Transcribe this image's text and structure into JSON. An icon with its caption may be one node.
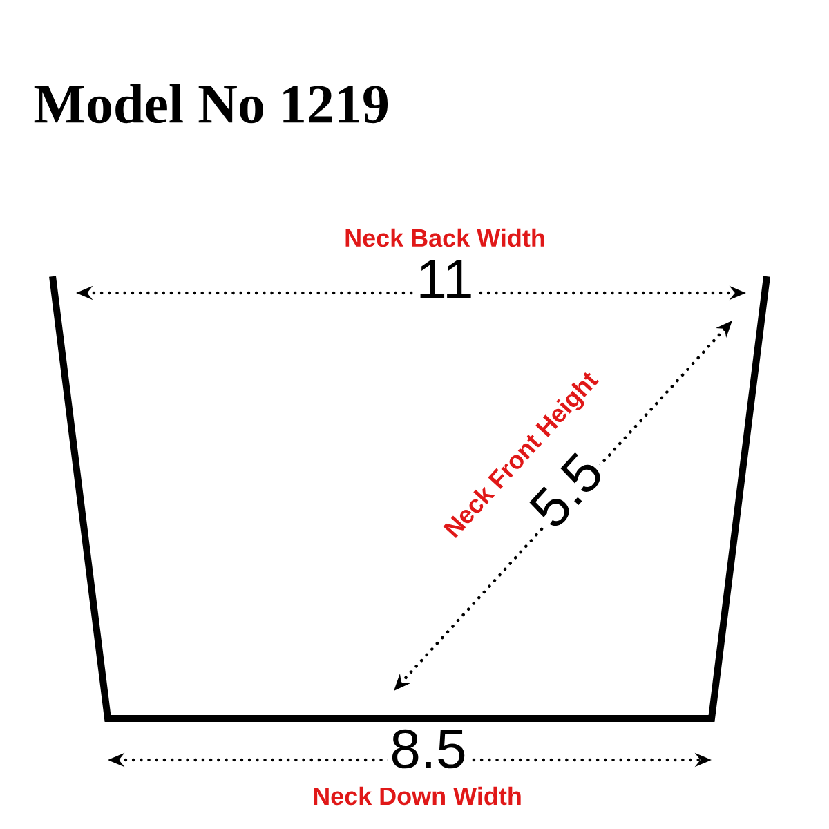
{
  "diagram": {
    "title": "Model No 1219",
    "labels": [
      "Neck Back Width",
      "11",
      "Neck Front Height",
      "5.5",
      "8.5",
      "Neck Down Width"
    ]
  }
}
